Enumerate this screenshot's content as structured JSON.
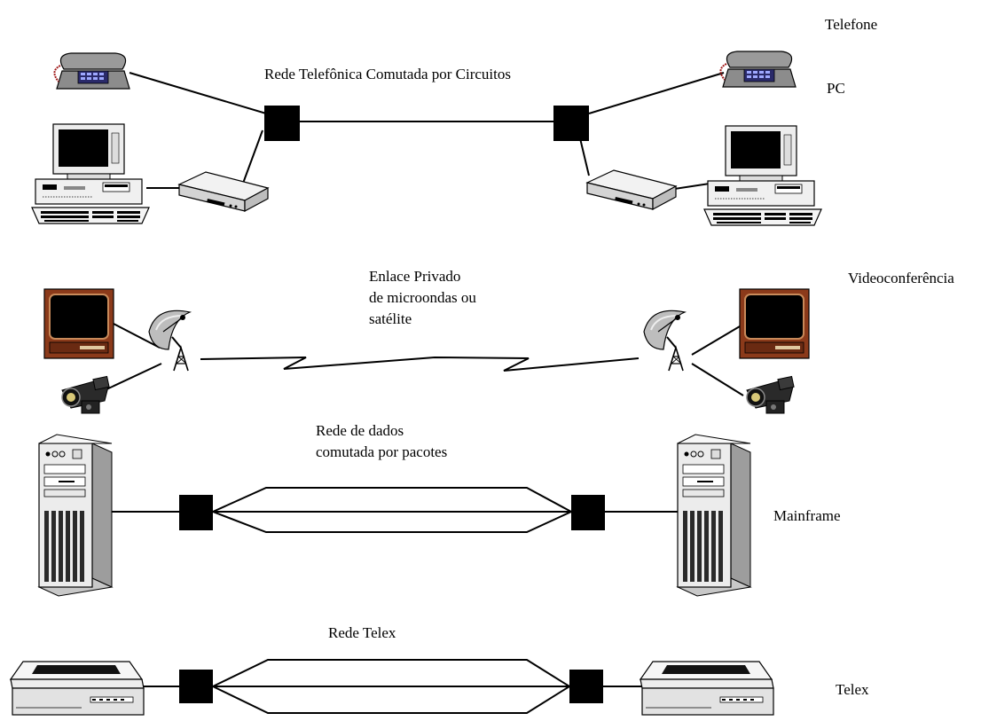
{
  "networks": {
    "telephone": {
      "label": "Rede Telefônica Comutada por Circuitos"
    },
    "private_link": {
      "label_line1": "Enlace Privado",
      "label_line2": "de microondas ou",
      "label_line3": "satélite"
    },
    "packet": {
      "label_line1": "Rede de dados",
      "label_line2": "comutada por pacotes"
    },
    "telex": {
      "label": "Rede Telex"
    }
  },
  "legend": {
    "telefone": "Telefone",
    "pc": "PC",
    "videoconferencia": "Videoconferência",
    "mainframe": "Mainframe",
    "telex": "Telex"
  },
  "colors": {
    "line": "#000000",
    "node": "#000000",
    "phone_body": "#8c8c8c",
    "phone_keypad": "#5a5ac8",
    "tv_cabinet": "#8b3a1a",
    "screen": "#000000",
    "device_light": "#f2f2f2",
    "device_shadow": "#b8b8b8"
  }
}
